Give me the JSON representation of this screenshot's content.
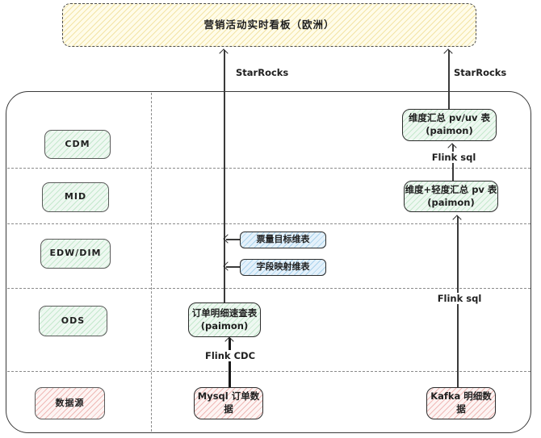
{
  "diagram": {
    "title_node": {
      "label": "营销活动实时看板（欧洲）"
    },
    "layers": [
      {
        "label": "CDM"
      },
      {
        "label": "MID"
      },
      {
        "label": "EDW/DIM"
      },
      {
        "label": "ODS"
      },
      {
        "label": "数据源"
      }
    ],
    "nodes": {
      "dim_summary_pvuv": {
        "title": "维度汇总 pv/uv 表",
        "subtitle": "(paimon)"
      },
      "dim_light_summary_pv": {
        "title": "维度+轻度汇总 pv 表",
        "subtitle": "(paimon)"
      },
      "ticket_target_dim": {
        "label": "票量目标维表"
      },
      "field_mapping_dim": {
        "label": "字段映射维表"
      },
      "order_detail_lookup": {
        "title": "订单明细速查表",
        "subtitle": "(paimon)"
      },
      "mysql_order": {
        "label": "Mysql 订单数据"
      },
      "kafka_detail": {
        "label": "Kafka 明细数据"
      }
    },
    "edge_labels": {
      "starrocks_left": "StarRocks",
      "starrocks_right": "StarRocks",
      "flink_sql_mid": "Flink sql",
      "flink_sql_ods": "Flink sql",
      "flink_cdc": "Flink CDC"
    },
    "colors": {
      "dashboard_fill": "#fffce9",
      "dashboard_hatch": "#f3e4a6",
      "green_fill": "#eef8f1",
      "green_hatch": "#c5e8cd",
      "blue_fill": "#e4f1fb",
      "blue_hatch": "#abd3ec",
      "pink_fill": "#fdf4f3",
      "pink_hatch": "#efb9b6",
      "stroke": "#2c2c2c",
      "divider": "#8a8a8a"
    }
  }
}
